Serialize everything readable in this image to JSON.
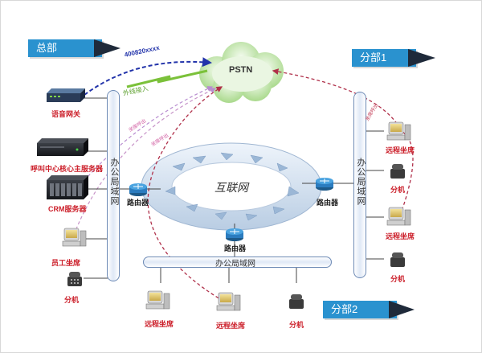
{
  "regions": {
    "hq": "总部",
    "branch1": "分部1",
    "branch2": "分部2"
  },
  "cloud": {
    "pstn": "PSTN",
    "internet": "互联网"
  },
  "links": {
    "trunk_number": "400820xxxx",
    "outside_access": "外线接入",
    "call_left_1": "坐席呼出",
    "call_left_2": "坐席呼出",
    "call_right": "坐席呼出"
  },
  "lan": {
    "hq": "办公局域网",
    "branch1": "办公局域网",
    "branch2": "办公局域网"
  },
  "hq_devices": {
    "voice_gateway": "语音网关",
    "core_server": "呼叫中心核心主服务器",
    "crm_server": "CRM服务器",
    "staff_seat": "员工坐席",
    "extension": "分机"
  },
  "routers": {
    "left": "路由器",
    "right": "路由器",
    "bottom": "路由器"
  },
  "branch1_devices": {
    "remote_seat_1": "远程坐席",
    "extension_1": "分机",
    "remote_seat_2": "远程坐席",
    "extension_2": "分机"
  },
  "branch2_devices": {
    "remote_seat_1": "远程坐席",
    "remote_seat_2": "远程坐席",
    "extension": "分机"
  },
  "colors": {
    "label_blue": "#2a92cf",
    "device_label_red": "#cc1f2a",
    "trunk_blue": "#2233aa",
    "call_red": "#b0304a",
    "call_pink": "#d05aa0"
  }
}
